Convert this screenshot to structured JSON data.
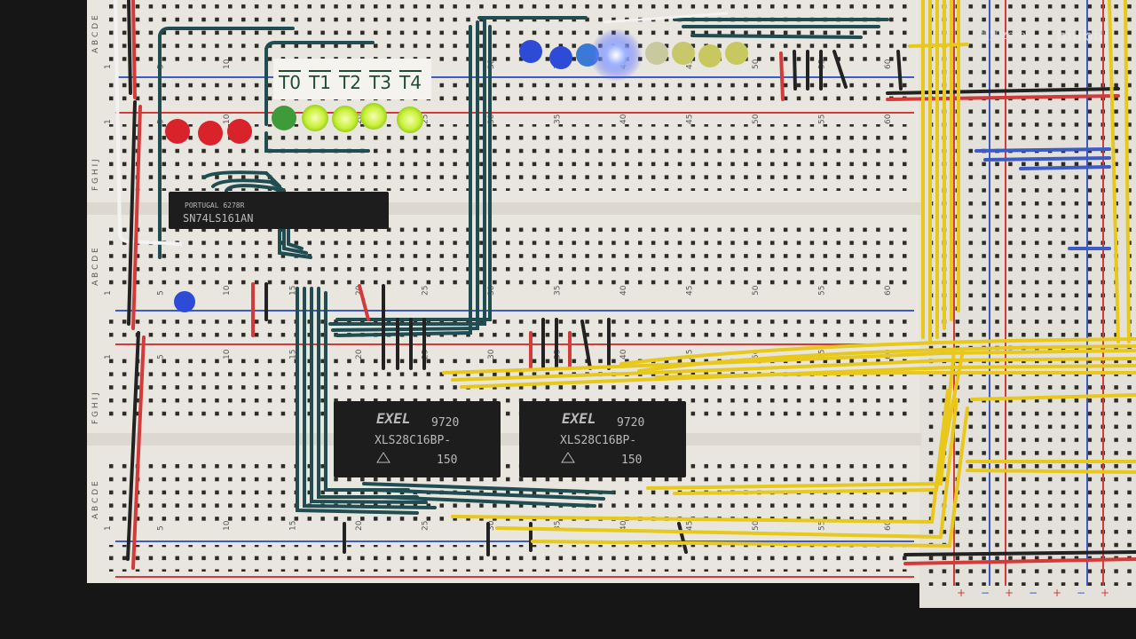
{
  "scene": "breadboard-computer",
  "watermark": {
    "channel": "加加zero",
    "site": "bilibili"
  },
  "label_card": {
    "items": [
      "T0",
      "T1",
      "T2",
      "T3",
      "T4"
    ]
  },
  "chips": {
    "counter": {
      "maker_line": "PORTUGAL 6278R",
      "part": "SN74LS161AN"
    },
    "eeprom_left": {
      "brand": "EXEL",
      "date_code": "9720",
      "part": "XLS28C16BP-",
      "speed": "150"
    },
    "eeprom_right": {
      "brand": "EXEL",
      "date_code": "9720",
      "part": "XLS28C16BP-",
      "speed": "150"
    }
  },
  "row_letters": {
    "top": "A B C D E",
    "bottom": "F G H I J"
  },
  "column_numbers": [
    1,
    5,
    10,
    15,
    20,
    25,
    30,
    35,
    40,
    45,
    50,
    55,
    60
  ],
  "rail_signs": [
    "+",
    "−",
    "+",
    "−",
    "+",
    "−",
    "+"
  ],
  "colors": {
    "board": "#e9e6df",
    "wire_yellow": "#e8c81a",
    "wire_teal": "#1f4d52",
    "led_red": "#d8232a",
    "led_green": "#c9f03a",
    "led_blue": "#2d4bd6",
    "rail_red": "#d33a3a",
    "rail_blue": "#3d5bc6"
  }
}
